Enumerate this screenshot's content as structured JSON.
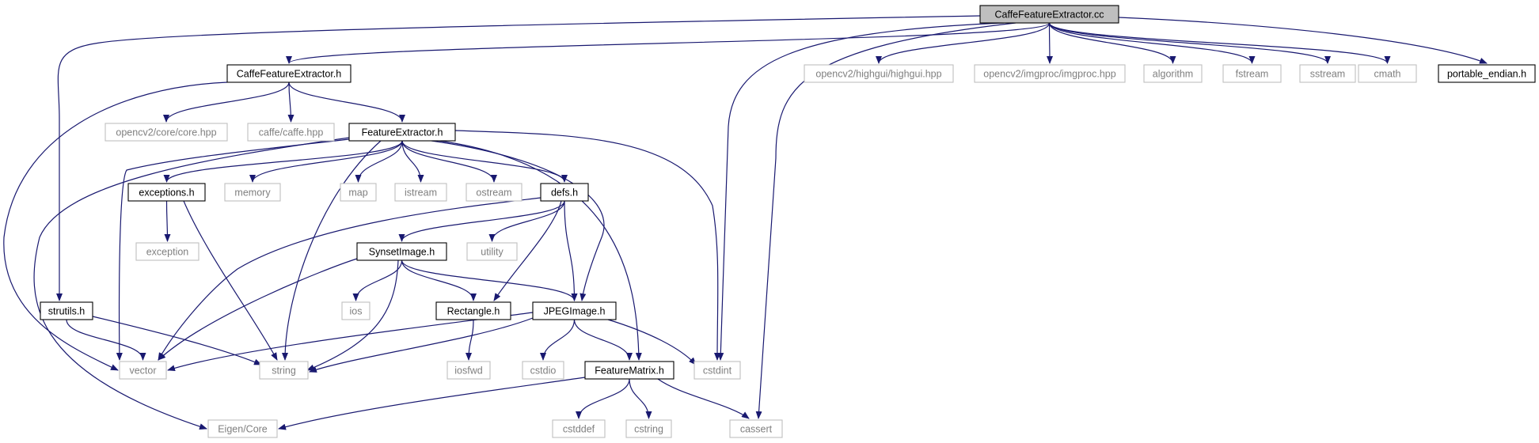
{
  "graph": {
    "nodes": [
      {
        "id": "root",
        "label": "CaffeFeatureExtractor.cc",
        "kind": "root"
      },
      {
        "id": "cfeh",
        "label": "CaffeFeatureExtractor.h",
        "kind": "project"
      },
      {
        "id": "hg",
        "label": "opencv2/highgui/highgui.hpp",
        "kind": "system"
      },
      {
        "id": "ip",
        "label": "opencv2/imgproc/imgproc.hpp",
        "kind": "system"
      },
      {
        "id": "alg",
        "label": "algorithm",
        "kind": "system"
      },
      {
        "id": "fs",
        "label": "fstream",
        "kind": "system"
      },
      {
        "id": "ss",
        "label": "sstream",
        "kind": "system"
      },
      {
        "id": "cm",
        "label": "cmath",
        "kind": "system"
      },
      {
        "id": "pe",
        "label": "portable_endian.h",
        "kind": "project"
      },
      {
        "id": "core",
        "label": "opencv2/core/core.hpp",
        "kind": "system"
      },
      {
        "id": "caffe",
        "label": "caffe/caffe.hpp",
        "kind": "system"
      },
      {
        "id": "feh",
        "label": "FeatureExtractor.h",
        "kind": "project"
      },
      {
        "id": "exc",
        "label": "exceptions.h",
        "kind": "project"
      },
      {
        "id": "mem",
        "label": "memory",
        "kind": "system"
      },
      {
        "id": "map",
        "label": "map",
        "kind": "system"
      },
      {
        "id": "ist",
        "label": "istream",
        "kind": "system"
      },
      {
        "id": "ost",
        "label": "ostream",
        "kind": "system"
      },
      {
        "id": "defs",
        "label": "defs.h",
        "kind": "project"
      },
      {
        "id": "exn",
        "label": "exception",
        "kind": "system"
      },
      {
        "id": "syn",
        "label": "SynsetImage.h",
        "kind": "project"
      },
      {
        "id": "util",
        "label": "utility",
        "kind": "system"
      },
      {
        "id": "stru",
        "label": "strutils.h",
        "kind": "project"
      },
      {
        "id": "ios",
        "label": "ios",
        "kind": "system"
      },
      {
        "id": "rect",
        "label": "Rectangle.h",
        "kind": "project"
      },
      {
        "id": "jpeg",
        "label": "JPEGImage.h",
        "kind": "project"
      },
      {
        "id": "vec",
        "label": "vector",
        "kind": "system"
      },
      {
        "id": "str",
        "label": "string",
        "kind": "system"
      },
      {
        "id": "iosfwd",
        "label": "iosfwd",
        "kind": "system"
      },
      {
        "id": "cstdio",
        "label": "cstdio",
        "kind": "system"
      },
      {
        "id": "fm",
        "label": "FeatureMatrix.h",
        "kind": "project"
      },
      {
        "id": "cstdint",
        "label": "cstdint",
        "kind": "system"
      },
      {
        "id": "eigen",
        "label": "Eigen/Core",
        "kind": "system"
      },
      {
        "id": "cstddef",
        "label": "cstddef",
        "kind": "system"
      },
      {
        "id": "cstring",
        "label": "cstring",
        "kind": "system"
      },
      {
        "id": "cassert",
        "label": "cassert",
        "kind": "system"
      }
    ],
    "edges": [
      {
        "from": "root",
        "to": "cfeh"
      },
      {
        "from": "root",
        "to": "hg"
      },
      {
        "from": "root",
        "to": "ip"
      },
      {
        "from": "root",
        "to": "alg"
      },
      {
        "from": "root",
        "to": "fs"
      },
      {
        "from": "root",
        "to": "ss"
      },
      {
        "from": "root",
        "to": "cm"
      },
      {
        "from": "root",
        "to": "pe"
      },
      {
        "from": "root",
        "to": "stru"
      },
      {
        "from": "root",
        "to": "cstdint"
      },
      {
        "from": "root",
        "to": "cassert"
      },
      {
        "from": "cfeh",
        "to": "core"
      },
      {
        "from": "cfeh",
        "to": "caffe"
      },
      {
        "from": "cfeh",
        "to": "feh"
      },
      {
        "from": "cfeh",
        "to": "vec"
      },
      {
        "from": "feh",
        "to": "exc"
      },
      {
        "from": "feh",
        "to": "mem"
      },
      {
        "from": "feh",
        "to": "map"
      },
      {
        "from": "feh",
        "to": "ist"
      },
      {
        "from": "feh",
        "to": "ost"
      },
      {
        "from": "feh",
        "to": "defs"
      },
      {
        "from": "feh",
        "to": "jpeg"
      },
      {
        "from": "feh",
        "to": "fm"
      },
      {
        "from": "feh",
        "to": "cstdint"
      },
      {
        "from": "feh",
        "to": "vec"
      },
      {
        "from": "feh",
        "to": "str"
      },
      {
        "from": "feh",
        "to": "eigen"
      },
      {
        "from": "exc",
        "to": "exn"
      },
      {
        "from": "exc",
        "to": "str"
      },
      {
        "from": "defs",
        "to": "syn"
      },
      {
        "from": "defs",
        "to": "util"
      },
      {
        "from": "defs",
        "to": "rect"
      },
      {
        "from": "defs",
        "to": "jpeg"
      },
      {
        "from": "defs",
        "to": "vec"
      },
      {
        "from": "syn",
        "to": "ios"
      },
      {
        "from": "syn",
        "to": "rect"
      },
      {
        "from": "syn",
        "to": "jpeg"
      },
      {
        "from": "syn",
        "to": "vec"
      },
      {
        "from": "syn",
        "to": "str"
      },
      {
        "from": "stru",
        "to": "vec"
      },
      {
        "from": "stru",
        "to": "str"
      },
      {
        "from": "rect",
        "to": "iosfwd"
      },
      {
        "from": "jpeg",
        "to": "cstdio"
      },
      {
        "from": "jpeg",
        "to": "fm"
      },
      {
        "from": "jpeg",
        "to": "cstdint"
      },
      {
        "from": "jpeg",
        "to": "vec"
      },
      {
        "from": "jpeg",
        "to": "str"
      },
      {
        "from": "fm",
        "to": "eigen"
      },
      {
        "from": "fm",
        "to": "cstddef"
      },
      {
        "from": "fm",
        "to": "cstring"
      },
      {
        "from": "fm",
        "to": "cassert"
      }
    ]
  }
}
